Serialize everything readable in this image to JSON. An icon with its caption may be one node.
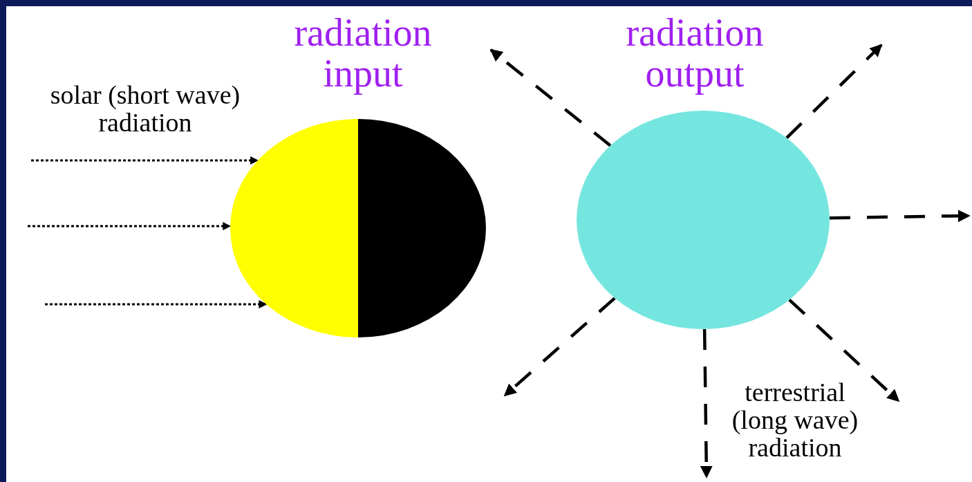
{
  "diagram": {
    "nodes": [
      {
        "text": [],
        "shape": "circle"
      },
      {
        "text": [],
        "shape": "circle"
      }
    ],
    "edges": [
      {
        "from": null,
        "to": 0,
        "arrow": "to",
        "style": "dashed"
      },
      {
        "from": null,
        "to": 0,
        "arrow": "to",
        "style": "dashed"
      },
      {
        "from": null,
        "to": 0,
        "arrow": "to",
        "style": "dashed"
      },
      {
        "from": 1,
        "to": null,
        "arrow": "to",
        "style": "dashed"
      },
      {
        "from": 1,
        "to": null,
        "arrow": "to",
        "style": "dashed"
      },
      {
        "from": 1,
        "to": null,
        "arrow": "to",
        "style": "dashed"
      },
      {
        "from": 1,
        "to": null,
        "arrow": "to",
        "style": "dashed"
      },
      {
        "from": 1,
        "to": null,
        "arrow": "to",
        "style": "dashed"
      },
      {
        "from": 1,
        "to": null,
        "arrow": "to",
        "style": "dashed"
      }
    ],
    "labels": [
      "radiation input",
      "radiation output",
      "solar (short wave) radiation",
      "terrestrial (long wave) radiation"
    ]
  }
}
